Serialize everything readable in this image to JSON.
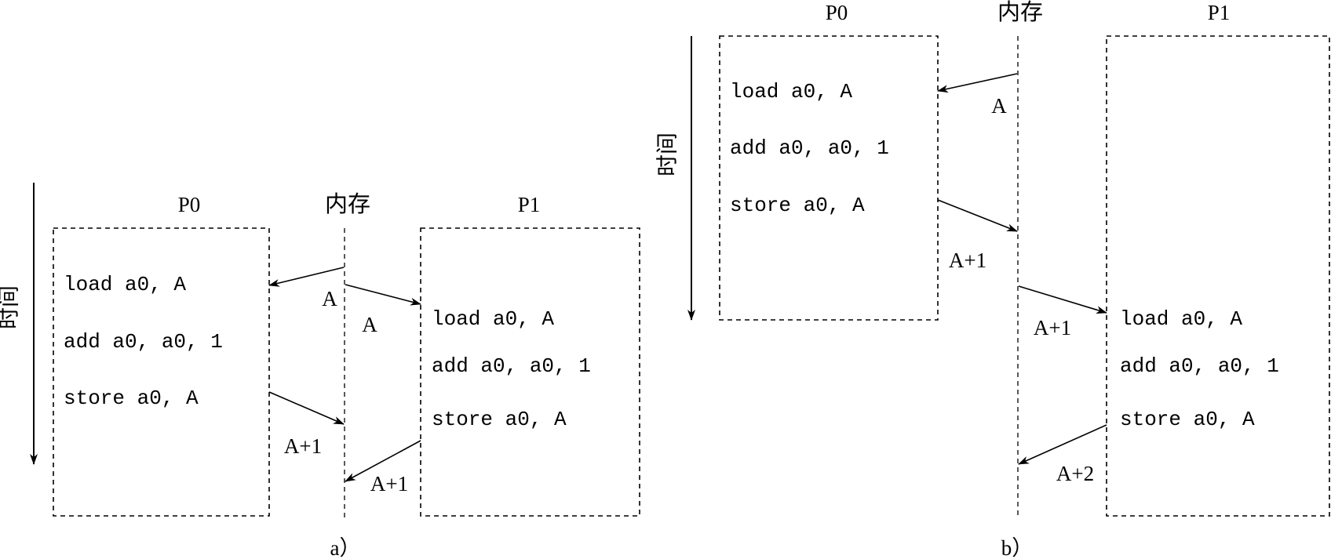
{
  "diagram_a": {
    "caption": "a）",
    "time_label": "时间",
    "headers": {
      "p0": "P0",
      "mem": "内存",
      "p1": "P1"
    },
    "p0_code": [
      "load a0, A",
      "add a0, a0, 1",
      "store a0, A"
    ],
    "p1_code": [
      "load a0, A",
      "add a0, a0, 1",
      "store a0, A"
    ],
    "arrow_labels": {
      "mem_to_p0": "A",
      "mem_to_p1": "A",
      "p0_to_mem": "A+1",
      "p1_to_mem": "A+1"
    }
  },
  "diagram_b": {
    "caption": "b）",
    "time_label": "时间",
    "headers": {
      "p0": "P0",
      "mem": "内存",
      "p1": "P1"
    },
    "p0_code": [
      "load a0, A",
      "add a0, a0, 1",
      "store a0, A"
    ],
    "p1_code": [
      "load a0, A",
      "add a0, a0, 1",
      "store a0, A"
    ],
    "arrow_labels": {
      "mem_to_p0": "A",
      "p0_to_mem": "A+1",
      "mem_to_p1": "A+1",
      "p1_to_mem": "A+2"
    }
  }
}
